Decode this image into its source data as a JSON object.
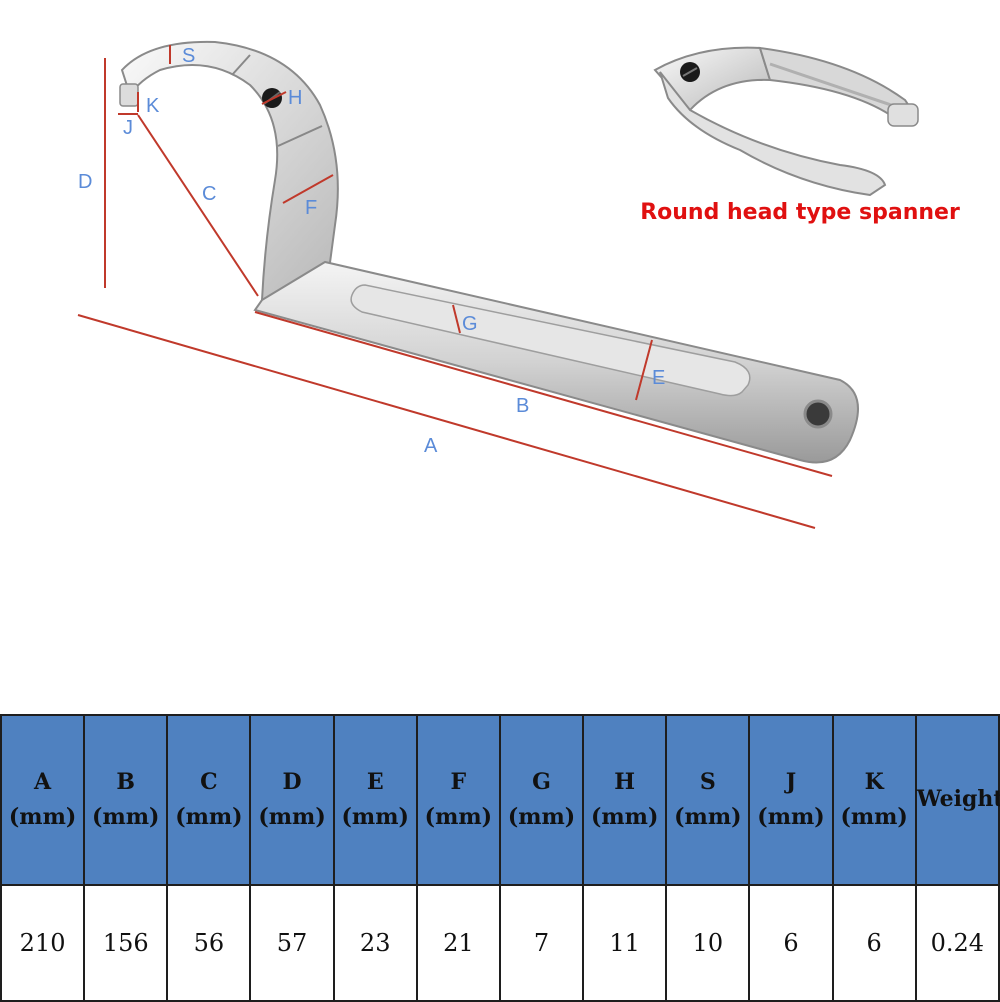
{
  "inset": {
    "caption": "Round head type spanner"
  },
  "dimension_labels": {
    "A": "A",
    "B": "B",
    "C": "C",
    "D": "D",
    "E": "E",
    "F": "F",
    "G": "G",
    "H": "H",
    "J": "J",
    "K": "K",
    "S": "S"
  },
  "colors": {
    "dimension_line": "#c0392b",
    "label": "#5b8bd8",
    "caption": "#e01010",
    "header_bg": "#4f81c0"
  },
  "table": {
    "headers": [
      {
        "name": "A",
        "unit": "(mm)"
      },
      {
        "name": "B",
        "unit": "(mm)"
      },
      {
        "name": "C",
        "unit": "(mm)"
      },
      {
        "name": "D",
        "unit": "(mm)"
      },
      {
        "name": "E",
        "unit": "(mm)"
      },
      {
        "name": "F",
        "unit": "(mm)"
      },
      {
        "name": "G",
        "unit": "(mm)"
      },
      {
        "name": "H",
        "unit": "(mm)"
      },
      {
        "name": "S",
        "unit": "(mm)"
      },
      {
        "name": "J",
        "unit": "(mm)"
      },
      {
        "name": "K",
        "unit": "(mm)"
      },
      {
        "name": "Weight",
        "unit": ""
      }
    ],
    "values": [
      "210",
      "156",
      "56",
      "57",
      "23",
      "21",
      "7",
      "11",
      "10",
      "6",
      "6",
      "0.24"
    ]
  }
}
